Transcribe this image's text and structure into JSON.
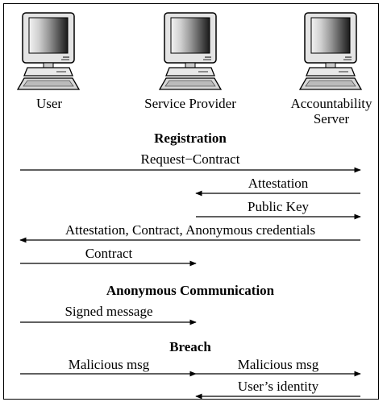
{
  "actors": [
    {
      "id": "user",
      "label_lines": [
        "User"
      ]
    },
    {
      "id": "provider",
      "label_lines": [
        "Service Provider"
      ]
    },
    {
      "id": "server",
      "label_lines": [
        "Accountability",
        "Server"
      ]
    }
  ],
  "sections": [
    {
      "title": "Registration",
      "messages": [
        {
          "label": "Request−Contract",
          "from": "user",
          "to": "server"
        },
        {
          "label": "Attestation",
          "from": "server",
          "to": "provider"
        },
        {
          "label": "Public Key",
          "from": "provider",
          "to": "server"
        },
        {
          "label": "Attestation, Contract, Anonymous credentials",
          "from": "server",
          "to": "user"
        },
        {
          "label": "Contract",
          "from": "user",
          "to": "provider"
        }
      ]
    },
    {
      "title": "Anonymous Communication",
      "messages": [
        {
          "label": "Signed message",
          "from": "user",
          "to": "provider"
        }
      ]
    },
    {
      "title": "Breach",
      "messages": [
        {
          "label": "Malicious msg",
          "from": "user",
          "to": "provider"
        },
        {
          "label": "Malicious msg",
          "from": "provider",
          "to": "server"
        },
        {
          "label": "User’s identity",
          "from": "server",
          "to": "provider"
        }
      ]
    }
  ]
}
